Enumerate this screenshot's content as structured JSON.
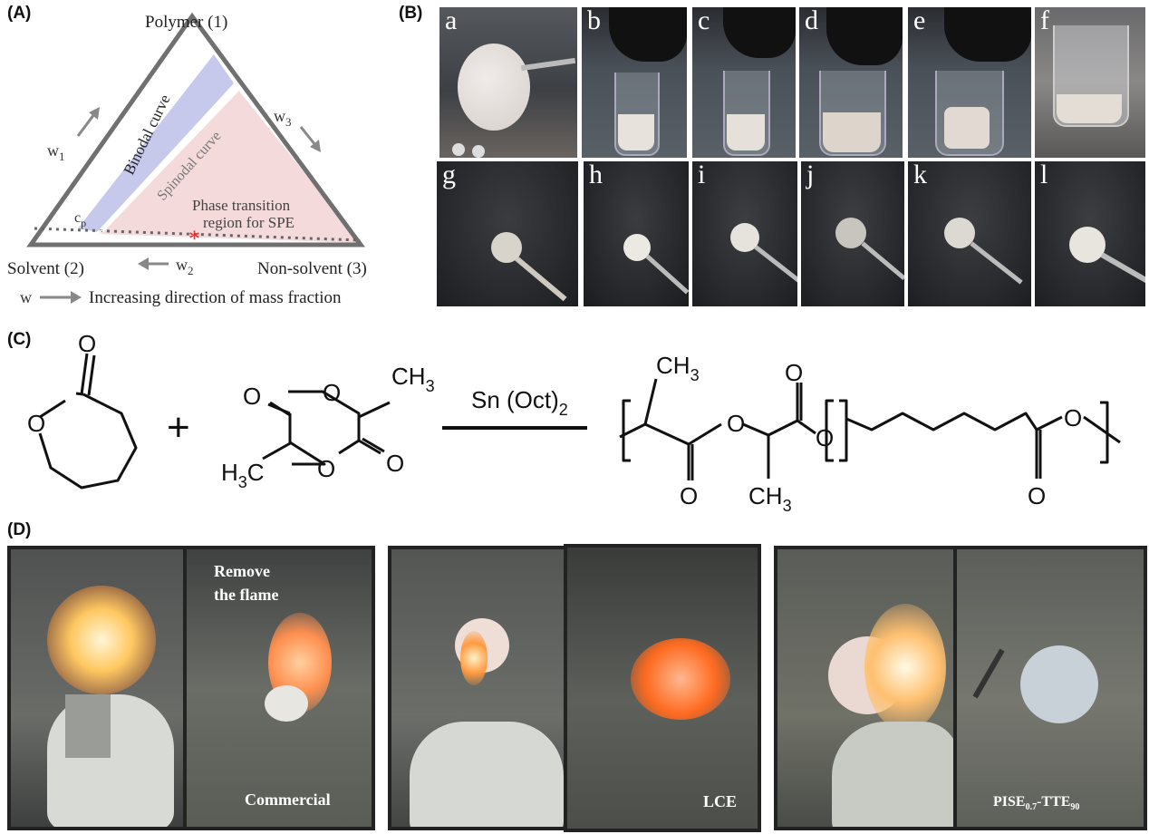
{
  "panelA": {
    "label": "(A)",
    "polymer": "Polymer (1)",
    "solvent": "Solvent (2)",
    "nonsolvent": "Non-solvent (3)",
    "binodal": "Binodal curve",
    "spinodal": "Spinodal curve",
    "phase_line1": "Phase transition",
    "phase_line2": "region for SPE",
    "cp": "c",
    "cp_sub": "p",
    "w1": "w",
    "w1_sub": "1",
    "w2": "w",
    "w2_sub": "2",
    "w3": "w",
    "w3_sub": "3",
    "legend_w": "w",
    "legend_text": "Increasing direction of mass fraction",
    "colors": {
      "binodal_fill": "#c6c8ec",
      "spinodal_fill": "#f4dada",
      "outline": "#707070",
      "marker": "#e03030"
    }
  },
  "panelB": {
    "label": "(B)",
    "top_letters": [
      "a",
      "b",
      "c",
      "d",
      "e",
      "f"
    ],
    "bottom_letters": [
      "g",
      "h",
      "i",
      "j",
      "k",
      "l"
    ]
  },
  "panelC": {
    "label": "(C)",
    "plus": "+",
    "ch3": "CH",
    "ch3_sub": "3",
    "h3c": "H",
    "h3c_sub": "3",
    "h3c_c": "C",
    "o": "O",
    "catalyst": "Sn (Oct)",
    "catalyst_sub": "2"
  },
  "panelD": {
    "label": "(D)",
    "remove_line1": "Remove",
    "remove_line2": "the flame",
    "commercial": "Commercial",
    "lce": "LCE",
    "pise": "PISE",
    "pise_sub1": "0.7",
    "pise_mid": "-TTE",
    "pise_sub2": "90"
  }
}
